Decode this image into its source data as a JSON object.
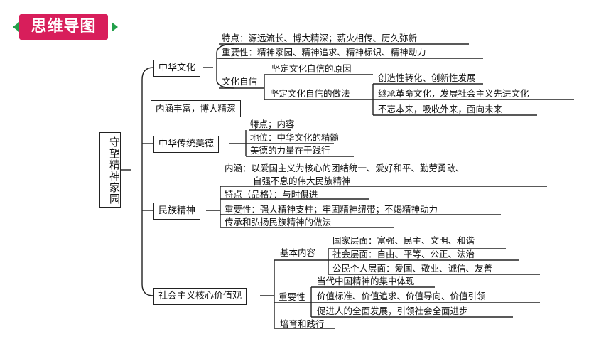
{
  "header": {
    "title": "思维导图"
  },
  "root": "守望精神家园",
  "colors": {
    "title_bg": "#d81e5b",
    "title_arrows": "#21a04a",
    "line": "#222222"
  },
  "branches": {
    "b1": {
      "label": "中华文化",
      "tedian": "特点：源远流长、博大精深；薪火相传、历久弥新",
      "zhongyao": "重要性：精神家园、精神追求、精神标识、精神动力",
      "zixin": "文化自信",
      "zixin_reason": "坚定文化自信的原因",
      "zixin_method": "坚定文化自信的做法",
      "methods": [
        "创造性转化、创新性发展",
        "继承革命文化，发展社会主义先进文化",
        "不忘本来，吸收外来，面向未来"
      ]
    },
    "b2": {
      "label": "中华传统美德",
      "note": "内涵丰富，博大精深",
      "tedian": "特点；内容",
      "diwei": "地位：中华文化的精髓",
      "liliang": "美德的力量在于践行"
    },
    "b3": {
      "label": "民族精神",
      "neihan_1": "内涵：以爱国主义为核心的团结统一、爱好和平、勤劳勇敢、",
      "neihan_2": "自强不息的伟大民族精神",
      "tedian": "特点（品格）：与时俱进",
      "zhongyao": "重要性：强大精神支柱；牢固精神纽带；不竭精神动力",
      "zuofa": "传承和弘扬民族精神的做法"
    },
    "b4": {
      "label": "社会主义核心价值观",
      "basic": "基本内容",
      "levels": [
        "国家层面：富强、民主、文明、和谐",
        "社会层面：自由、平等、公正、法治",
        "公民个人层面：爱国、敬业、诚信、友善"
      ],
      "importance": "重要性",
      "imp_items": [
        "当代中国精神的集中体现",
        "价值标准、价值追求、价值导向、价值引领",
        "促进人的全面发展，引领社会全面进步"
      ],
      "cultivate": "培育和践行"
    }
  }
}
